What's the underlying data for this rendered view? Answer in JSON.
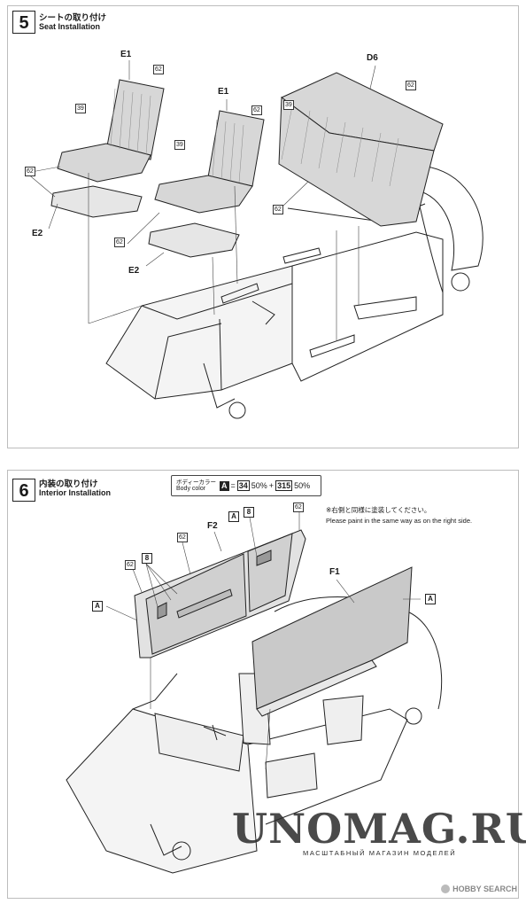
{
  "steps": [
    {
      "number": "5",
      "title_jp": "シートの取り付け",
      "title_en": "Seat Installation"
    },
    {
      "number": "6",
      "title_jp": "内装の取り付け",
      "title_en": "Interior Installation"
    }
  ],
  "step5": {
    "part_labels": {
      "e1_left": "E1",
      "e1_right": "E1",
      "d6": "D6",
      "e2_left": "E2",
      "e2_right": "E2"
    },
    "paint_codes": {
      "p62": "62",
      "p39": "39"
    }
  },
  "step6": {
    "part_labels": {
      "f2": "F2",
      "f1": "F1"
    },
    "paint_codes": {
      "p62": "62",
      "p8": "8",
      "a": "A"
    },
    "body_color": {
      "label_jp": "ボディーカラー",
      "label_en": "Body color",
      "box": "A",
      "equals": "=",
      "color1": "34",
      "pct1": "50%",
      "plus": "+",
      "color2": "315",
      "pct2": "50%"
    },
    "note_jp": "※右側と同様に塗装してください。",
    "note_en": "Please paint in the same way as on the right side."
  },
  "watermark": {
    "main": "UNOMAG.RU",
    "sub": "МАСШТАБНЫЙ МАГАЗИН МОДЕЛЕЙ"
  },
  "credit": "HOBBY SEARCH",
  "colors": {
    "seat_fill": "#d7d7d7",
    "panel_fill": "#c9c9c9",
    "line": "#222222"
  }
}
